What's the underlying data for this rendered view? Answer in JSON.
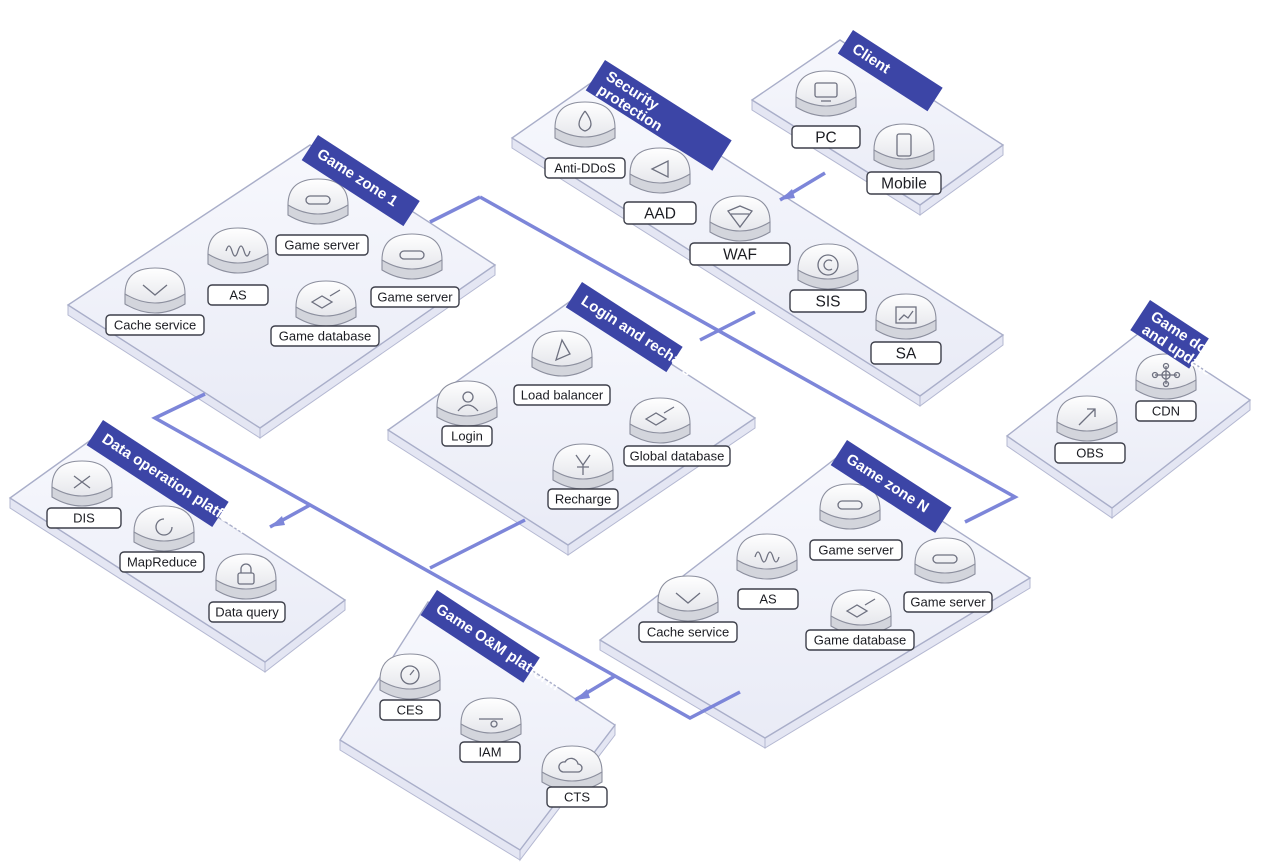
{
  "colors": {
    "banner": "#3c45a6",
    "link": "#7d86d9",
    "platform_border": "#a9aec9"
  },
  "zones": [
    {
      "id": "client",
      "title": [
        "Client"
      ],
      "services": [
        {
          "label": "PC",
          "icon": "pc-icon",
          "big": true
        },
        {
          "label": "Mobile",
          "icon": "mobile-icon",
          "big": true
        }
      ]
    },
    {
      "id": "security",
      "title": [
        "Security",
        "protection"
      ],
      "services": [
        {
          "label": "Anti-DDoS",
          "icon": "teardrop-icon"
        },
        {
          "label": "AAD",
          "icon": "triangle-icon",
          "big": true
        },
        {
          "label": "WAF",
          "icon": "shield-icon",
          "big": true
        },
        {
          "label": "SIS",
          "icon": "copyright-icon",
          "big": true
        },
        {
          "label": "SA",
          "icon": "chart-icon",
          "big": true
        }
      ]
    },
    {
      "id": "game-zone-1",
      "title": [
        "Game zone 1"
      ],
      "services": [
        {
          "label": "Game server",
          "icon": "server-icon"
        },
        {
          "label": "AS",
          "icon": "wave-icon"
        },
        {
          "label": "Game server",
          "icon": "server-icon"
        },
        {
          "label": "Cache service",
          "icon": "chevron-icon"
        },
        {
          "label": "Game database",
          "icon": "database-icon"
        }
      ]
    },
    {
      "id": "login",
      "title": [
        "Login and recharge"
      ],
      "services": [
        {
          "label": "Load balancer",
          "icon": "balancer-icon"
        },
        {
          "label": "Login",
          "icon": "user-icon"
        },
        {
          "label": "Global database",
          "icon": "database-icon"
        },
        {
          "label": "Recharge",
          "icon": "yen-icon"
        }
      ]
    },
    {
      "id": "download",
      "title": [
        "Game download",
        "and update"
      ],
      "services": [
        {
          "label": "CDN",
          "icon": "network-icon"
        },
        {
          "label": "OBS",
          "icon": "upload-arrow-icon"
        }
      ]
    },
    {
      "id": "data-op",
      "title": [
        "Data operation platform"
      ],
      "services": [
        {
          "label": "DIS",
          "icon": "cross-icon"
        },
        {
          "label": "MapReduce",
          "icon": "refresh-icon"
        },
        {
          "label": "Data query",
          "icon": "lock-icon"
        }
      ]
    },
    {
      "id": "game-zone-n",
      "title": [
        "Game zone N"
      ],
      "services": [
        {
          "label": "Game server",
          "icon": "server-icon"
        },
        {
          "label": "AS",
          "icon": "wave-icon"
        },
        {
          "label": "Game server",
          "icon": "server-icon"
        },
        {
          "label": "Cache service",
          "icon": "chevron-icon"
        },
        {
          "label": "Game database",
          "icon": "database-icon"
        }
      ]
    },
    {
      "id": "om",
      "title": [
        "Game O&M platform"
      ],
      "services": [
        {
          "label": "CES",
          "icon": "gauge-icon"
        },
        {
          "label": "IAM",
          "icon": "id-icon"
        },
        {
          "label": "CTS",
          "icon": "cloud-icon"
        }
      ]
    }
  ]
}
